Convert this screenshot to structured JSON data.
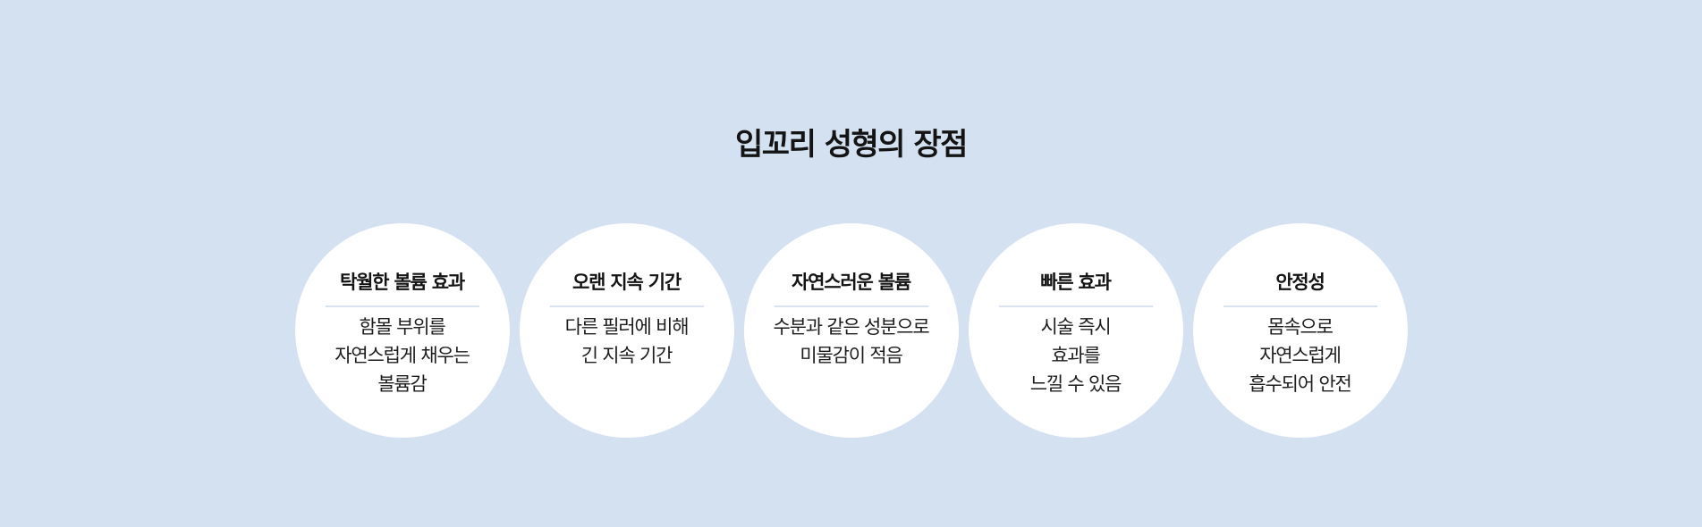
{
  "section": {
    "title": "입꼬리 성형의 장점"
  },
  "benefits": [
    {
      "title": "탁월한 볼륨 효과",
      "lines": [
        "함몰 부위를",
        "자연스럽게 채우는",
        "볼륨감"
      ]
    },
    {
      "title": "오랜 지속 기간",
      "lines": [
        "다른 필러에 비해",
        "긴 지속 기간"
      ]
    },
    {
      "title": "자연스러운 볼륨",
      "lines": [
        "수분과 같은 성분으로",
        "미물감이 적음"
      ]
    },
    {
      "title": "빠른 효과",
      "lines": [
        "시술 즉시",
        "효과를",
        "느낄 수 있음"
      ]
    },
    {
      "title": "안정성",
      "lines": [
        "몸속으로",
        "자연스럽게",
        "흡수되어 안전"
      ]
    }
  ],
  "colors": {
    "background": "#d4e1f1",
    "circle": "#ffffff",
    "divider": "#d8e3ef",
    "text": "#141414"
  }
}
